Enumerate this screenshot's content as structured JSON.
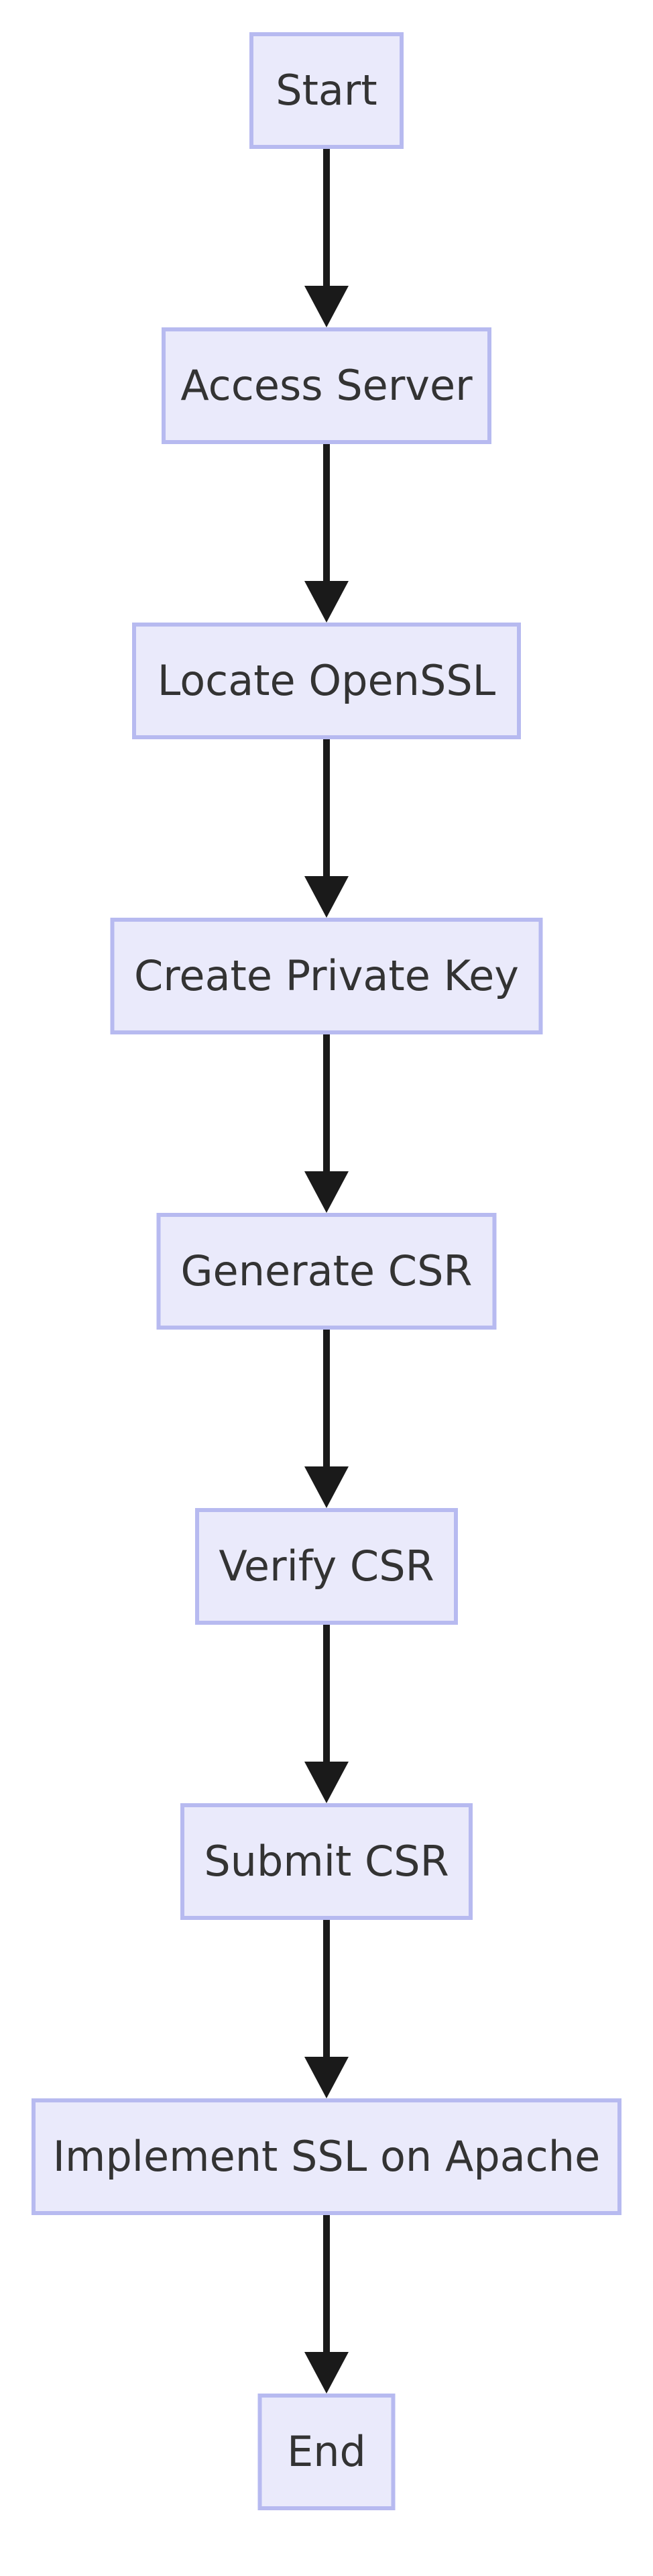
{
  "diagram": {
    "type": "flowchart",
    "direction": "top-down",
    "nodes": [
      {
        "id": "start",
        "label": "Start"
      },
      {
        "id": "access",
        "label": "Access Server"
      },
      {
        "id": "locate",
        "label": "Locate OpenSSL"
      },
      {
        "id": "createkey",
        "label": "Create Private Key"
      },
      {
        "id": "generate",
        "label": "Generate CSR"
      },
      {
        "id": "verify",
        "label": "Verify CSR"
      },
      {
        "id": "submit",
        "label": "Submit CSR"
      },
      {
        "id": "implement",
        "label": "Implement SSL on Apache"
      },
      {
        "id": "end",
        "label": "End"
      }
    ],
    "edges": [
      {
        "from": "Start",
        "to": "Access Server"
      },
      {
        "from": "Access Server",
        "to": "Locate OpenSSL"
      },
      {
        "from": "Locate OpenSSL",
        "to": "Create Private Key"
      },
      {
        "from": "Create Private Key",
        "to": "Generate CSR"
      },
      {
        "from": "Generate CSR",
        "to": "Verify CSR"
      },
      {
        "from": "Verify CSR",
        "to": "Submit CSR"
      },
      {
        "from": "Submit CSR",
        "to": "Implement SSL on Apache"
      },
      {
        "from": "Implement SSL on Apache",
        "to": "End"
      }
    ],
    "colors": {
      "background": "#ffffff",
      "node_fill": "#EAEAFB",
      "node_border": "#B7BAF0",
      "text": "#333333",
      "arrow": "#1a1a1a"
    }
  }
}
